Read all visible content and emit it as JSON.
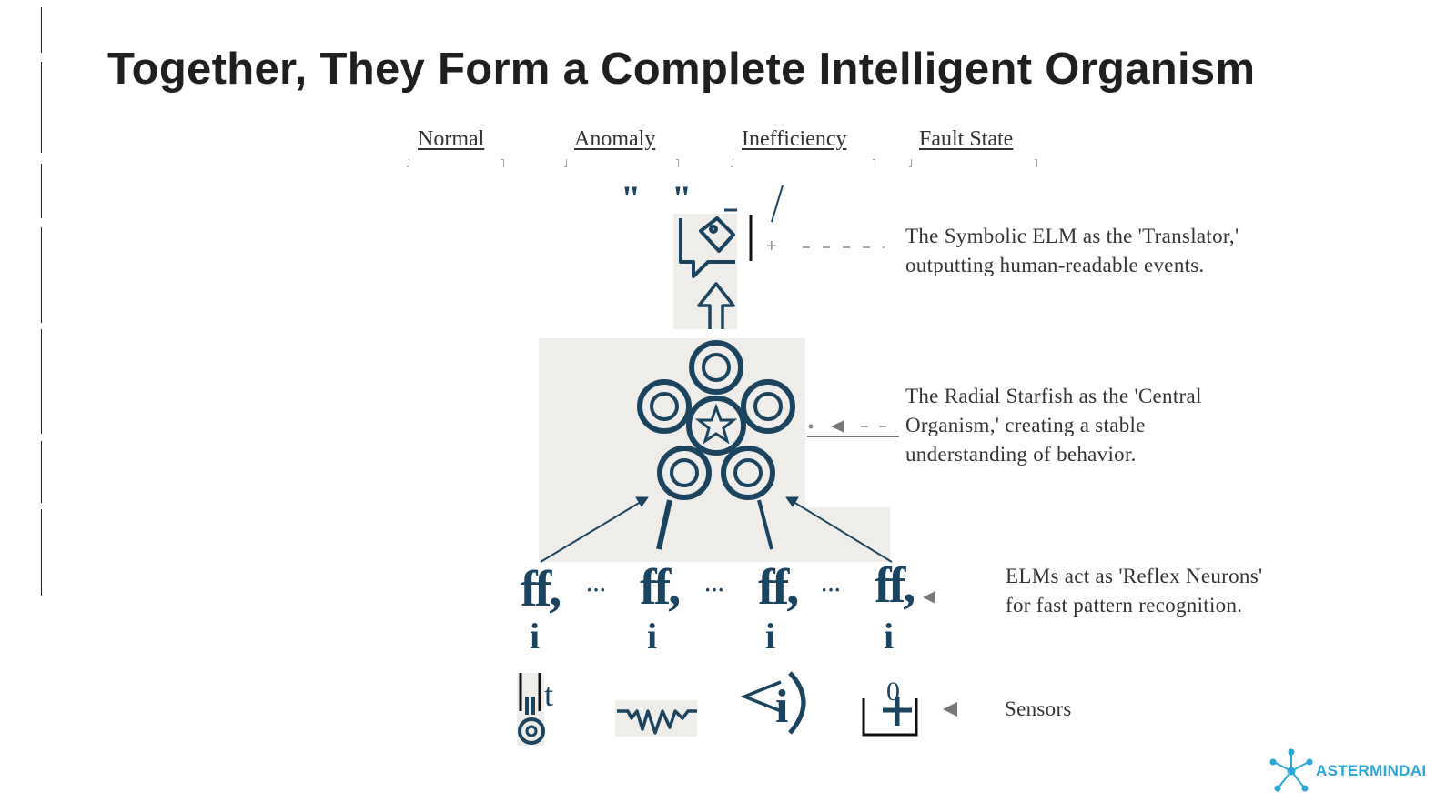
{
  "title": "Together, They Form a Complete Intelligent Organism",
  "states": [
    "Normal",
    "Anomaly",
    "Inefficiency",
    "Fault State"
  ],
  "descriptions": {
    "translator": [
      "The Symbolic ELM as the 'Translator,'",
      "outputting human-readable events."
    ],
    "organism": [
      "The Radial Starfish as the 'Central",
      "Organism,' creating a stable",
      "understanding of behavior."
    ],
    "neurons": [
      "ELMs act as 'Reflex Neurons'",
      "for fast pattern recognition."
    ],
    "sensors": "Sensors"
  },
  "neuron_glyph": "ff,",
  "neuron_sub": "i",
  "sensor_icons": [
    "thermometer-icon",
    "vibration-wave-icon",
    "sound-icon",
    "pressure-gauge-icon"
  ],
  "brand": "ASTERMINDAI",
  "colors": {
    "accent": "#1b4460",
    "brand": "#2aa7d8",
    "panel": "#eeede9"
  }
}
